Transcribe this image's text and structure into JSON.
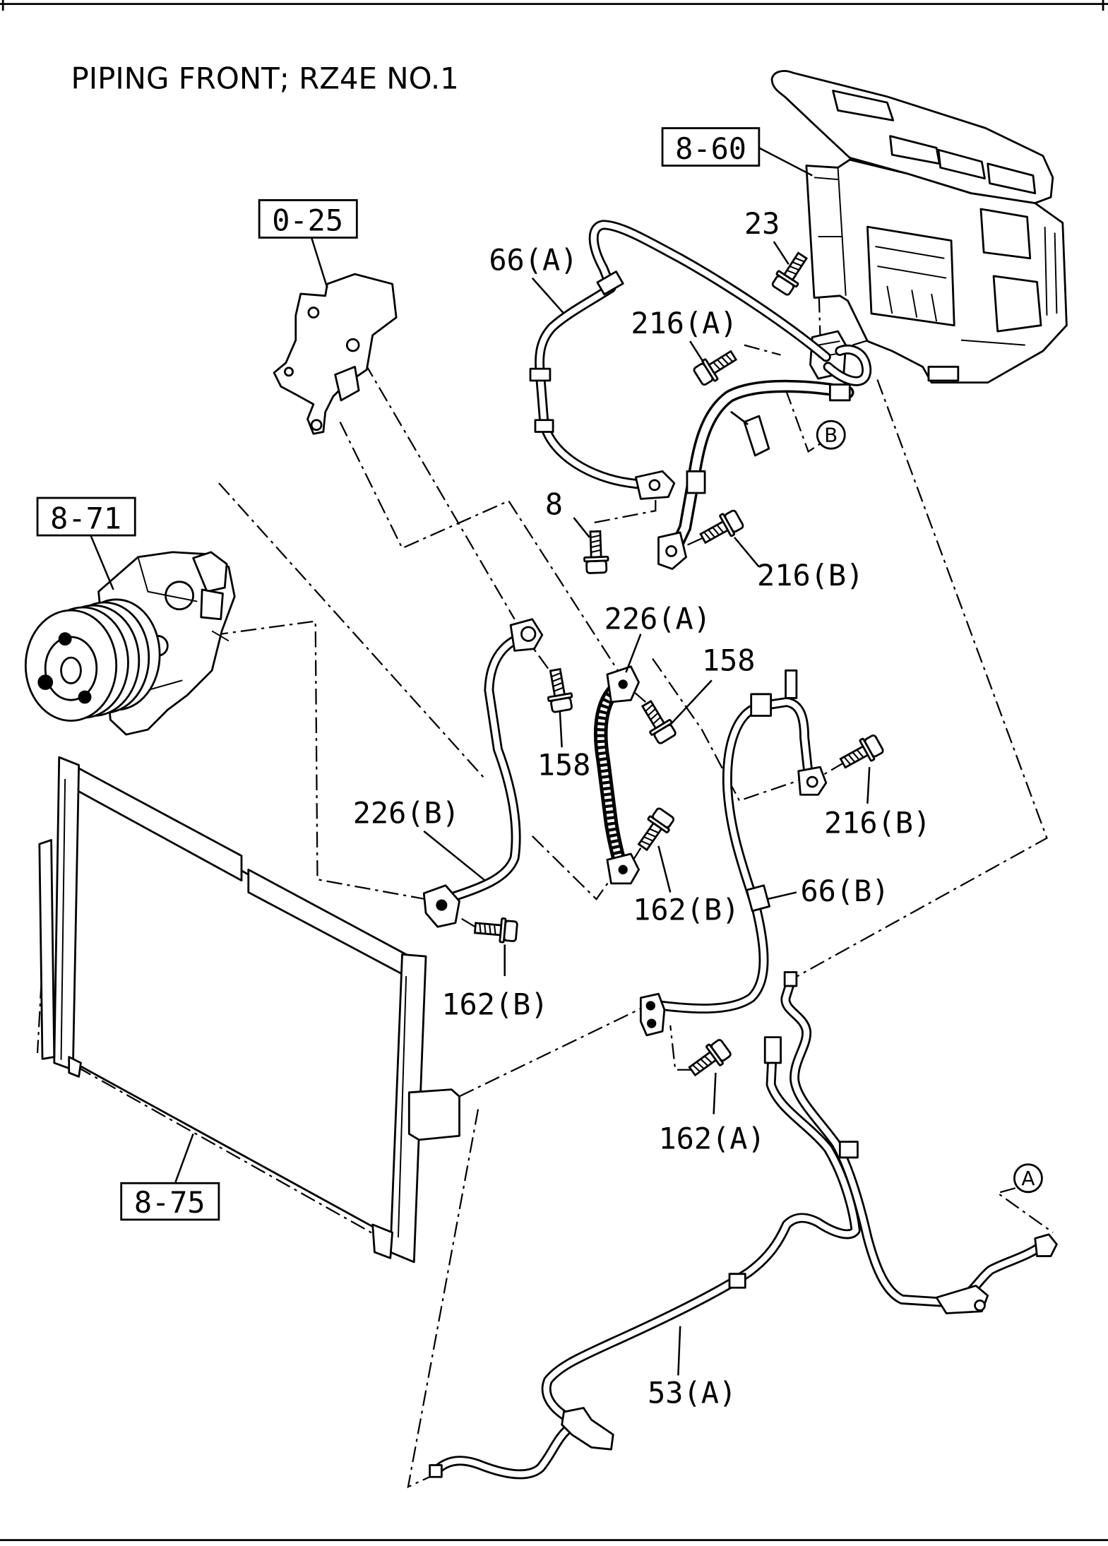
{
  "title": "PIPING FRONT; RZ4E NO.1",
  "reference_boxes": {
    "hvac_unit": "8-60",
    "bracket": "0-25",
    "compressor": "8-71",
    "condenser": "8-75"
  },
  "callouts": {
    "bolt_23": "23",
    "pipe_66a": "66(A)",
    "bolt_216a": "216(A)",
    "marker_b": "B",
    "bolt_8": "8",
    "bolt_216b_upper": "216(B)",
    "fitting_226a": "226(A)",
    "bolt_158_right": "158",
    "bolt_158_left": "158",
    "bolt_216b_right": "216(B)",
    "fitting_226b": "226(B)",
    "bolt_162b_center": "162(B)",
    "pipe_66b": "66(B)",
    "bolt_162b_lower": "162(B)",
    "bolt_162a": "162(A)",
    "marker_a": "A",
    "pipe_53a": "53(A)"
  },
  "colors": {
    "line": "#000000",
    "background": "#ffffff"
  }
}
